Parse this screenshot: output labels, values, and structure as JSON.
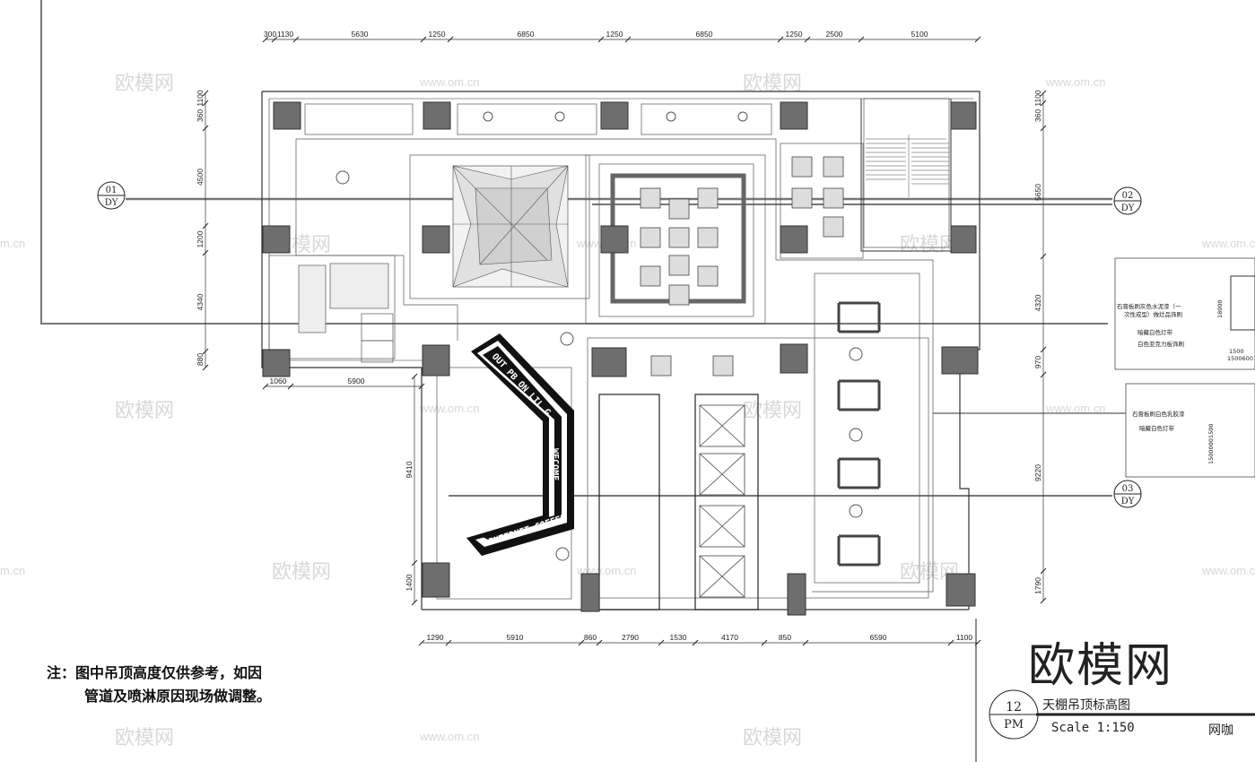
{
  "dims_top": [
    "300",
    "1130",
    "5630",
    "1250",
    "6850",
    "1250",
    "6850",
    "1250",
    "2500",
    "5100"
  ],
  "dims_left": [
    "1100",
    "360",
    "4500",
    "1200",
    "4340",
    "880"
  ],
  "dims_left_lower": [
    "9410",
    "1400"
  ],
  "dims_right": [
    "1100",
    "360",
    "5650",
    "4320",
    "970",
    "9220",
    "1790"
  ],
  "dims_mid": [
    "1060",
    "5900"
  ],
  "dims_bottom": [
    "1290",
    "5910",
    "860",
    "2790",
    "1530",
    "4170",
    "850",
    "6590",
    "1100"
  ],
  "section_tags": [
    {
      "num": "01",
      "code": "DY"
    },
    {
      "num": "02",
      "code": "DY"
    },
    {
      "num": "03",
      "code": "DY"
    }
  ],
  "bar_sign": [
    "OUT PB ON LIL G",
    "WECOME",
    "INTERNET COFFEE"
  ],
  "legend_1": [
    "石膏板刷灰色水泥漆（一",
    "次性成型）做灶品饰刷",
    "暗藏白色灯带",
    "白色亚克力板饰刷"
  ],
  "legend_1_dims": [
    "18000",
    "1500",
    "1500600"
  ],
  "legend_2": [
    "石膏板刷白色乳胶漆",
    "暗藏白色灯带"
  ],
  "legend_2_dims": [
    "15000001500"
  ],
  "note": {
    "line1": "注：图中吊顶高度仅供参考，如因",
    "line2": "管道及喷淋原因现场做调整。"
  },
  "brand": "欧模网",
  "title_block": {
    "num": "12",
    "code": "PM",
    "title": "天棚吊顶标高图",
    "scale": "Scale 1:150",
    "subject": "网咖"
  },
  "watermark": {
    "cn": "欧模网",
    "url": "www.om.cn",
    "url2": "m.cn"
  }
}
